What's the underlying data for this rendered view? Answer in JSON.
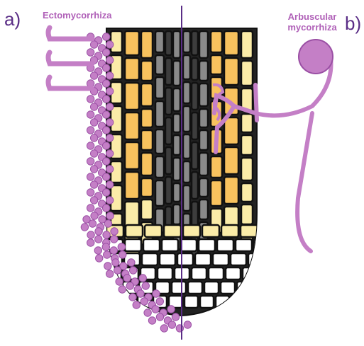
{
  "panels": {
    "left": {
      "letter": "a)",
      "title": "Ectomycorrhiza"
    },
    "right": {
      "letter": "b)",
      "title_line1": "Arbuscular",
      "title_line2": "mycorrhiza"
    }
  },
  "colors": {
    "fungus": "#c47fc6",
    "fungus_stroke": "#9a4fa4",
    "cortex_orange": "#f8c25e",
    "cortex_pale": "#fbeca8",
    "root_cap": "#ffffff",
    "stele_dark": "#3d3d3d",
    "stele_grey": "#8a8a8a",
    "divider": "#5a2d86",
    "label": "#b061b8",
    "cell_wall": "#111111"
  },
  "icons": [
    "ectomycorrhizal-mantle",
    "hartig-net-hyphae",
    "arbuscule",
    "fungal-spore",
    "root-tip-cross-section"
  ]
}
